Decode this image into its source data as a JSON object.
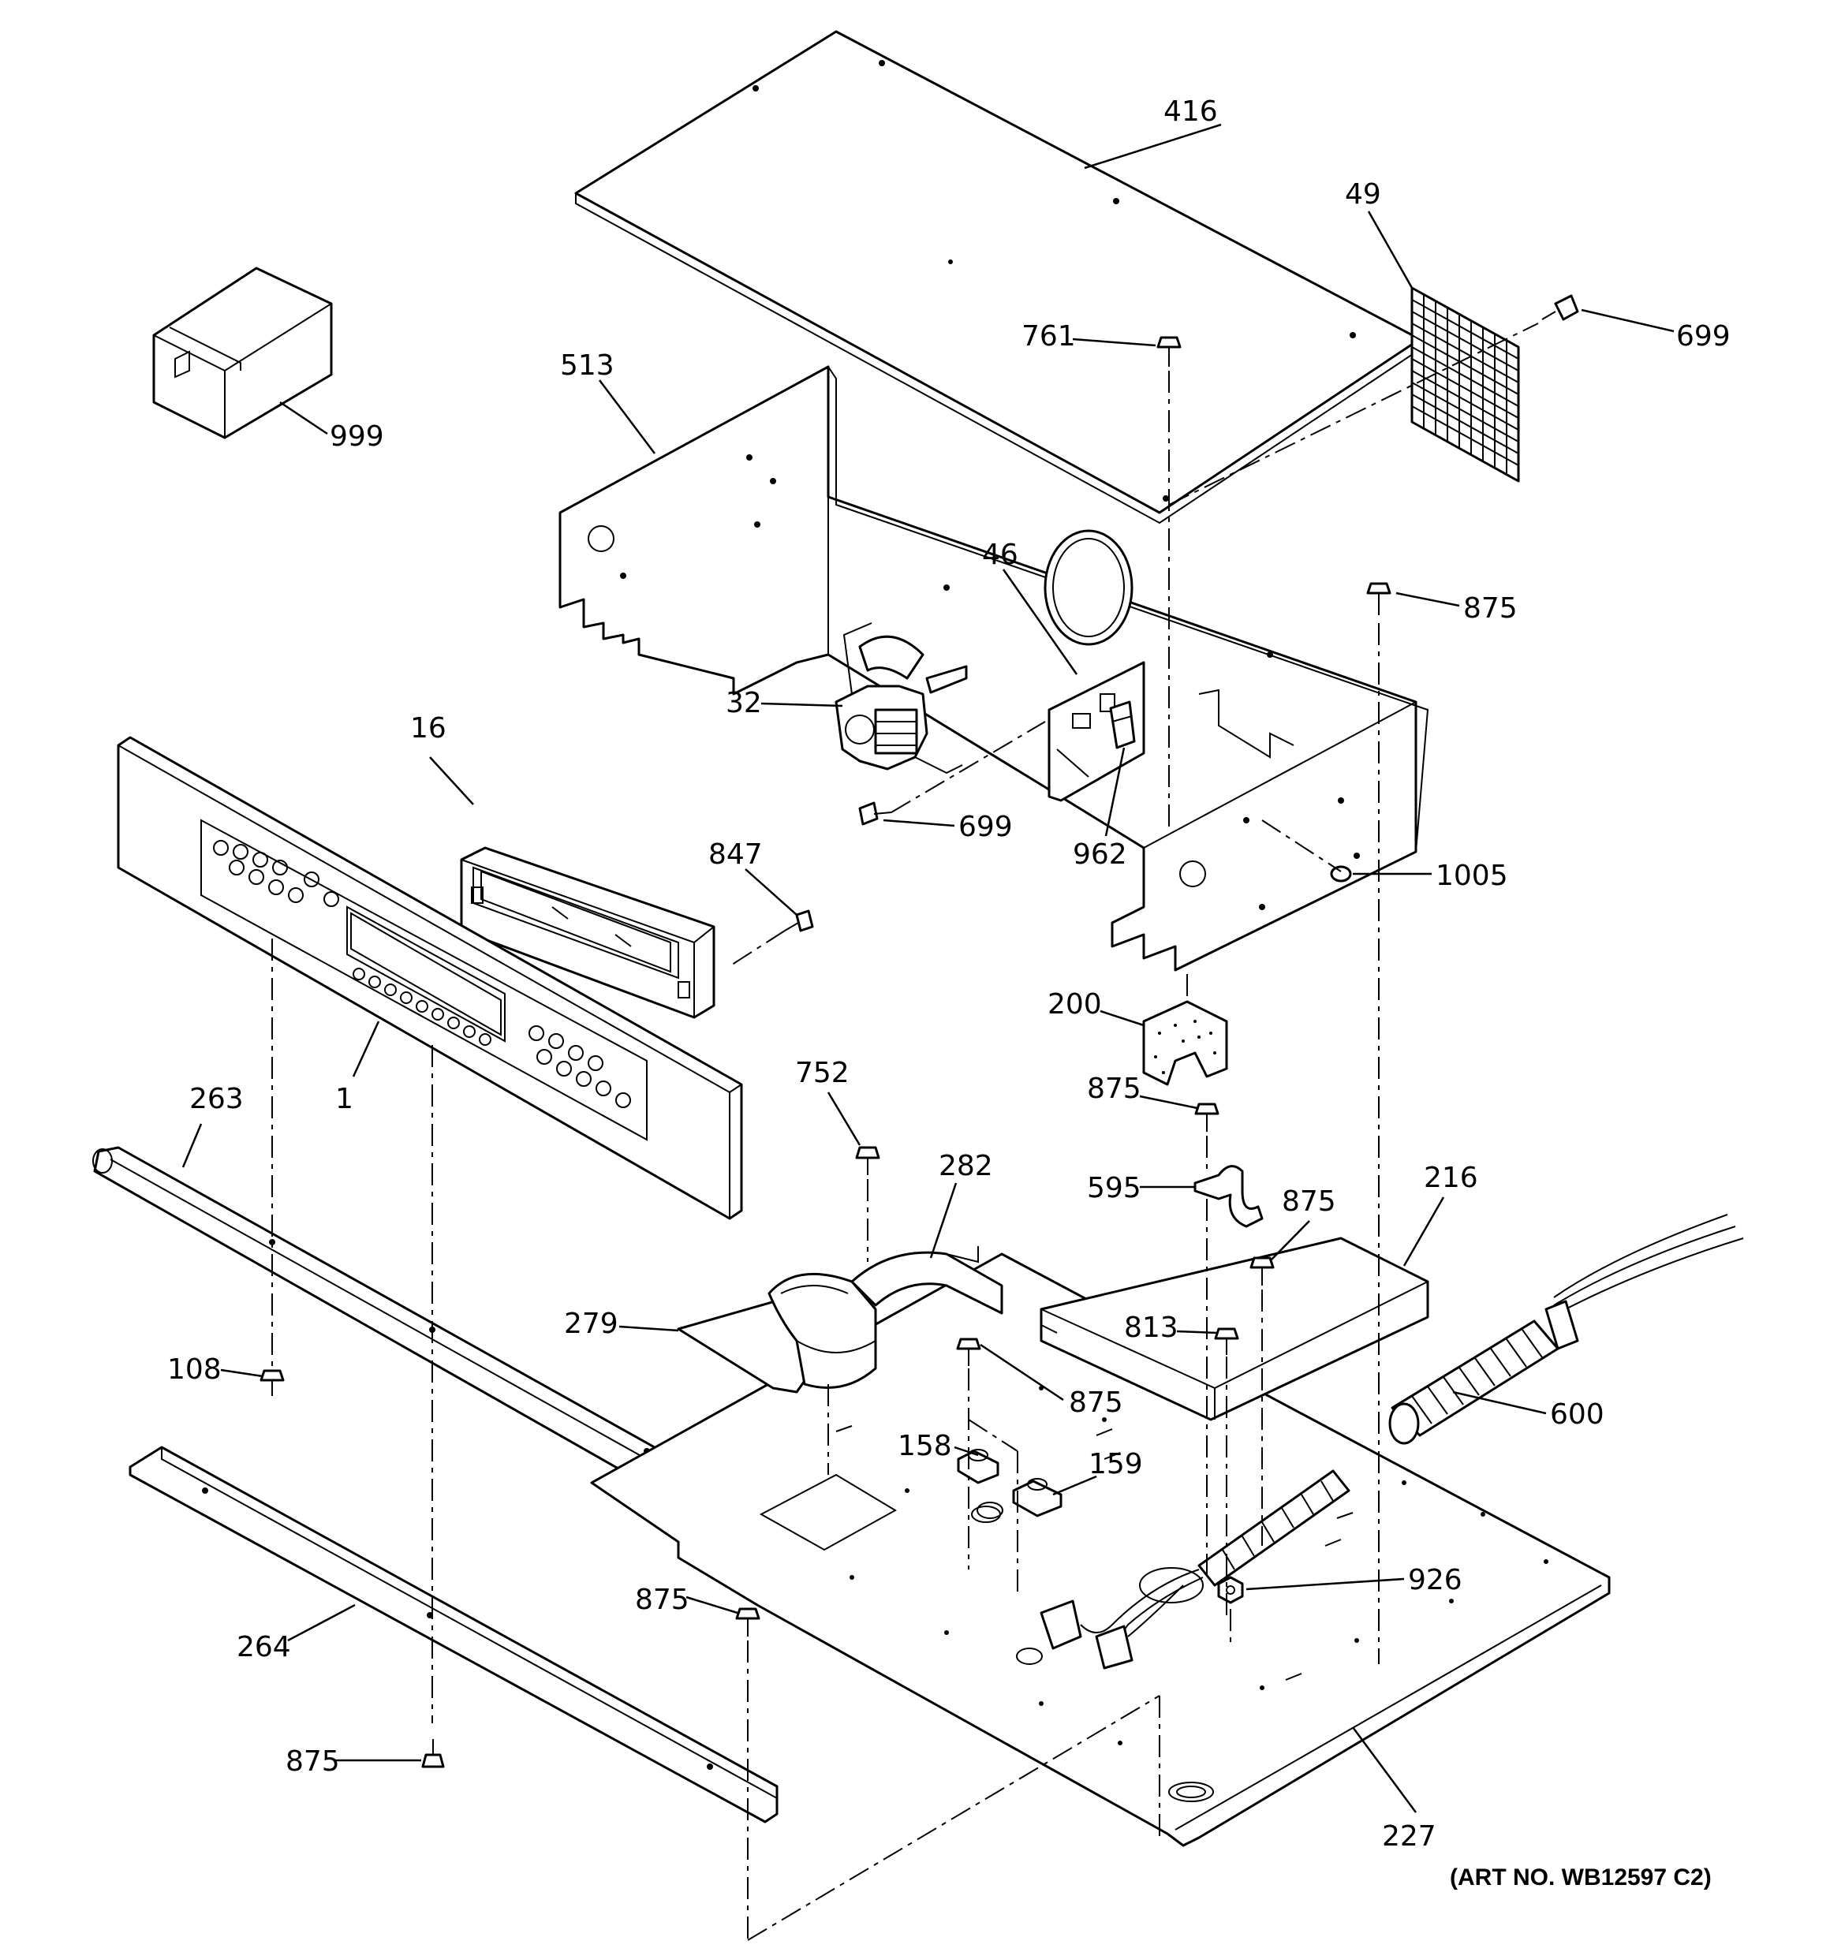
{
  "diagram": {
    "parts": {
      "p416": "416",
      "p49": "49",
      "p699a": "699",
      "p761": "761",
      "p513": "513",
      "p999": "999",
      "p46": "46",
      "p875a": "875",
      "p32": "32",
      "p16": "16",
      "p699b": "699",
      "p962": "962",
      "p847": "847",
      "p1005": "1005",
      "p200": "200",
      "p263": "263",
      "p1": "1",
      "p752": "752",
      "p875b": "875",
      "p282": "282",
      "p216": "216",
      "p595": "595",
      "p875c": "875",
      "p279": "279",
      "p813": "813",
      "p108": "108",
      "p875d": "875",
      "p600": "600",
      "p158": "158",
      "p159": "159",
      "p926": "926",
      "p875e": "875",
      "p264": "264",
      "p875f": "875",
      "p227": "227"
    },
    "art_number": "(ART NO. WB12597 C2)"
  }
}
